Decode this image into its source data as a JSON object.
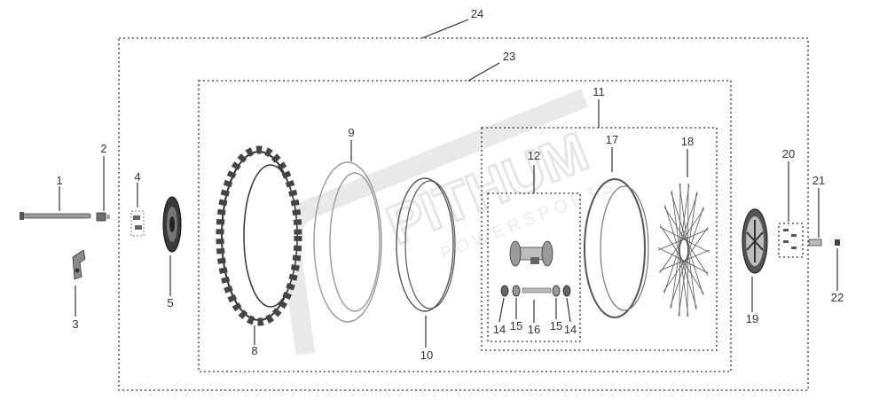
{
  "diagram": {
    "watermark": {
      "brand": "PITHUM",
      "subtitle": "POWERSPORTS"
    },
    "callouts": {
      "c1": "1",
      "c2": "2",
      "c3": "3",
      "c4": "4",
      "c5": "5",
      "c8": "8",
      "c9": "9",
      "c10": "10",
      "c11": "11",
      "c12": "12",
      "c14a": "14",
      "c15a": "15",
      "c16": "16",
      "c15b": "15",
      "c14b": "14",
      "c17": "17",
      "c18": "18",
      "c19": "19",
      "c20": "20",
      "c21": "21",
      "c22": "22",
      "c23": "23",
      "c24": "24"
    },
    "colors": {
      "line": "#333333",
      "part_dark": "#2a2a2a",
      "part_mid": "#8a8a8a",
      "part_light": "#bdbdbd",
      "watermark": "#e6e6e6"
    }
  }
}
